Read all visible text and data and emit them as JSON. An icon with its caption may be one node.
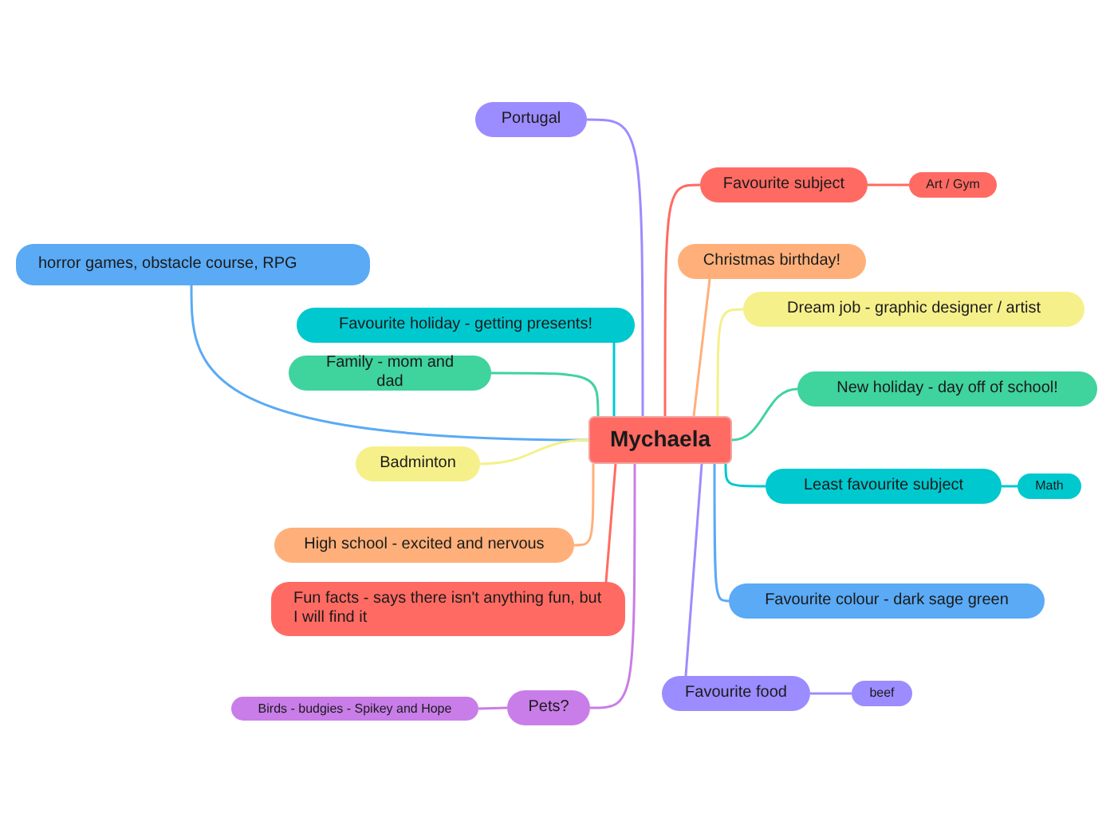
{
  "diagram": {
    "nodes": [
      {
        "text": [
          "Mychaela"
        ]
      },
      {
        "text": [
          "Portugal"
        ]
      },
      {
        "text": [
          "horror games, obstacle course, RPG"
        ]
      },
      {
        "text": [
          "Favourite holiday - getting presents!"
        ]
      },
      {
        "text": [
          "Family - mom and dad"
        ]
      },
      {
        "text": [
          "Badminton"
        ]
      },
      {
        "text": [
          "High school - excited and nervous"
        ]
      },
      {
        "text": [
          "Fun facts - says there isn't anything fun, but I will find it"
        ]
      },
      {
        "text": [
          "Pets?"
        ]
      },
      {
        "text": [
          "Birds - budgies - Spikey and Hope"
        ]
      },
      {
        "text": [
          "Favourite subject"
        ]
      },
      {
        "text": [
          "Art / Gym"
        ]
      },
      {
        "text": [
          "Christmas birthday!"
        ]
      },
      {
        "text": [
          "Dream job - graphic designer / artist"
        ]
      },
      {
        "text": [
          "New holiday - day off of school!"
        ]
      },
      {
        "text": [
          "Least favourite subject"
        ]
      },
      {
        "text": [
          "Math"
        ]
      },
      {
        "text": [
          "Favourite colour - dark sage green"
        ]
      },
      {
        "text": [
          "Favourite food"
        ]
      },
      {
        "text": [
          "beef"
        ]
      }
    ],
    "edges": [
      {
        "from": 0,
        "to": 1,
        "arrow": "none",
        "color": "#9b8cff"
      },
      {
        "from": 0,
        "to": 2,
        "arrow": "none",
        "color": "#5aaaf5"
      },
      {
        "from": 0,
        "to": 3,
        "arrow": "none",
        "color": "#00c8cf"
      },
      {
        "from": 0,
        "to": 4,
        "arrow": "none",
        "color": "#3fd39e"
      },
      {
        "from": 0,
        "to": 5,
        "arrow": "none",
        "color": "#f5f08a"
      },
      {
        "from": 0,
        "to": 6,
        "arrow": "none",
        "color": "#ffb07a"
      },
      {
        "from": 0,
        "to": 7,
        "arrow": "none",
        "color": "#ff6b63"
      },
      {
        "from": 0,
        "to": 8,
        "arrow": "none",
        "color": "#c97de8"
      },
      {
        "from": 8,
        "to": 9,
        "arrow": "none",
        "color": "#c97de8"
      },
      {
        "from": 0,
        "to": 10,
        "arrow": "none",
        "color": "#ff6b63"
      },
      {
        "from": 10,
        "to": 11,
        "arrow": "none",
        "color": "#ff6b63"
      },
      {
        "from": 0,
        "to": 12,
        "arrow": "none",
        "color": "#ffb07a"
      },
      {
        "from": 0,
        "to": 13,
        "arrow": "none",
        "color": "#f5f08a"
      },
      {
        "from": 0,
        "to": 14,
        "arrow": "none",
        "color": "#3fd39e"
      },
      {
        "from": 0,
        "to": 15,
        "arrow": "none",
        "color": "#00c8cf"
      },
      {
        "from": 15,
        "to": 16,
        "arrow": "none",
        "color": "#00c8cf"
      },
      {
        "from": 0,
        "to": 17,
        "arrow": "none",
        "color": "#5aaaf5"
      },
      {
        "from": 0,
        "to": 18,
        "arrow": "none",
        "color": "#9b8cff"
      },
      {
        "from": 18,
        "to": 19,
        "arrow": "none",
        "color": "#9b8cff"
      }
    ]
  }
}
